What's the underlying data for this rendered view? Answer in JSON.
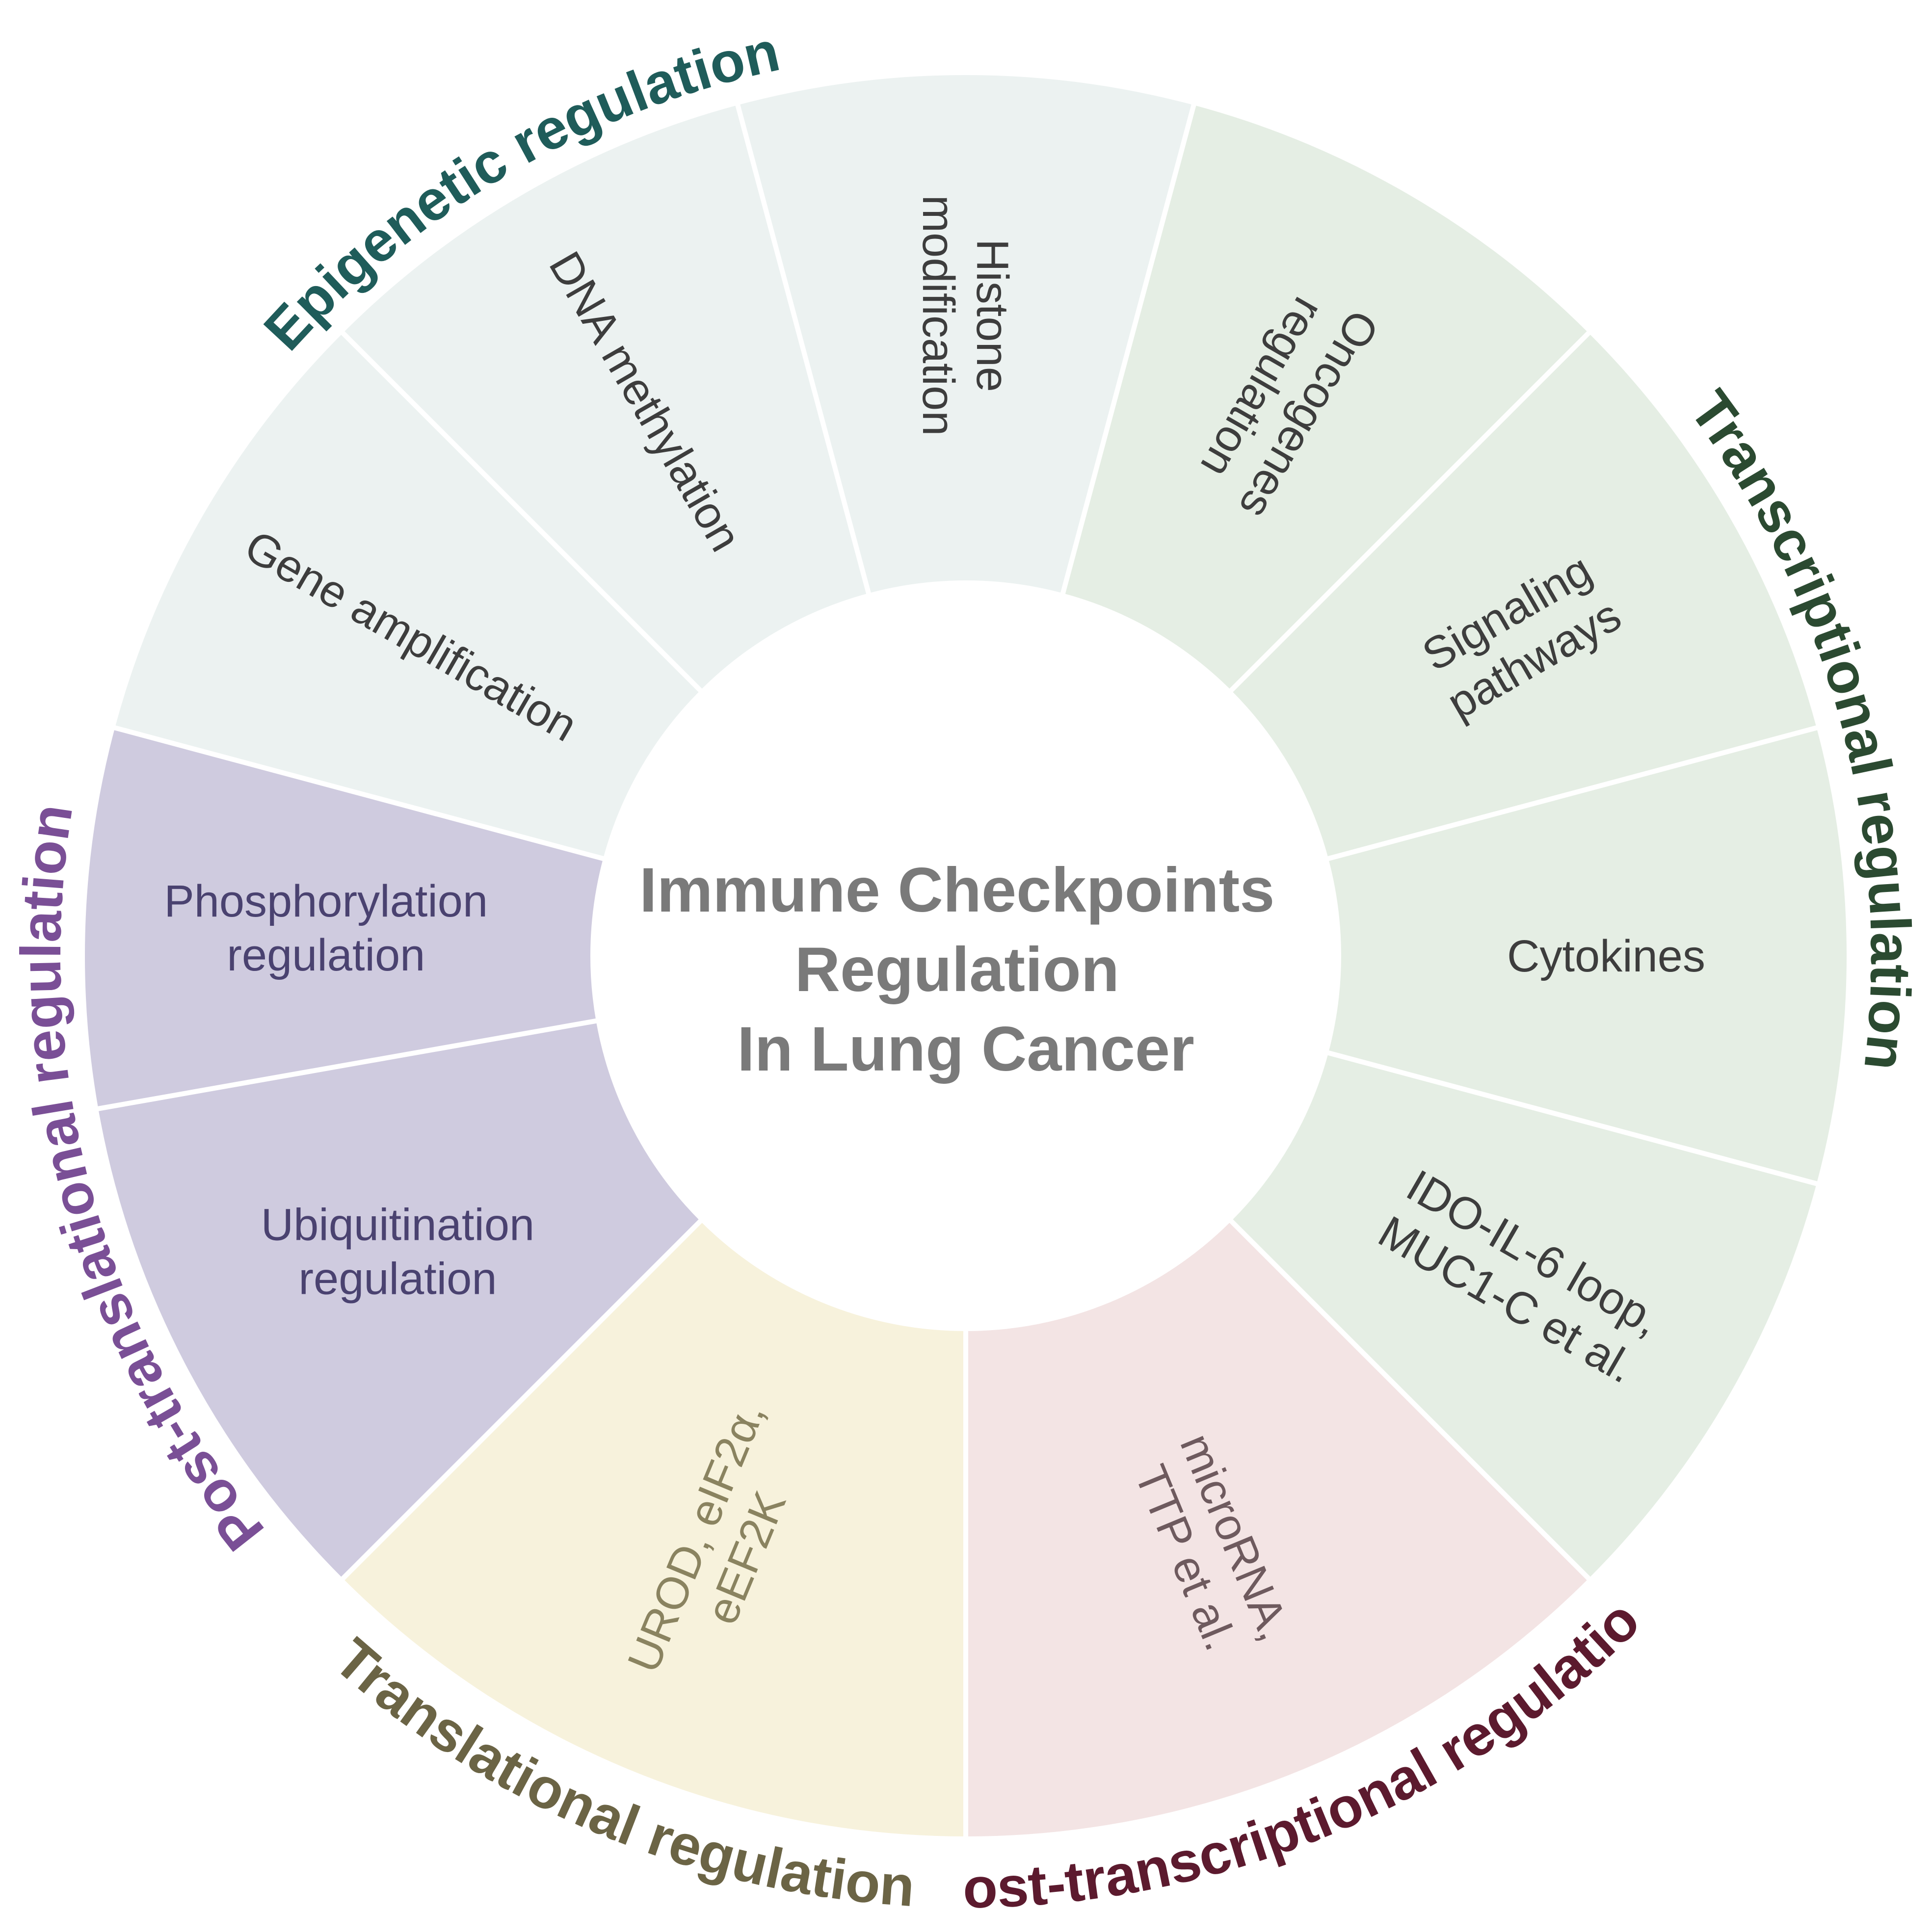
{
  "center_title": [
    "Immune Checkpoints",
    "Regulation",
    "In Lung Cancer"
  ],
  "colors": {
    "epigenetic_fill": "#ecf2f1",
    "epigenetic_text": "#1f5c5a",
    "transcriptional_fill": "#e5eee4",
    "transcriptional_text": "#2b4a31",
    "post_transcriptional_fill": "#f3e4e4",
    "post_transcriptional_text": "#5c1a2e",
    "translational_fill": "#f7f2dc",
    "translational_text": "#6b6445",
    "post_translational_fill": "#cfcbdf",
    "post_translational_text": "#7a4f96",
    "segment_text": "#3d3d3d"
  },
  "categories": [
    {
      "key": "epigenetic",
      "label": "Epigenetic regulation",
      "segments": [
        {
          "label": [
            "Gene amplification"
          ]
        },
        {
          "label": [
            "DNA methylation"
          ]
        },
        {
          "label": [
            "Histone",
            "modification"
          ]
        }
      ]
    },
    {
      "key": "transcriptional",
      "label": "Transcriptional regulation",
      "segments": [
        {
          "label": [
            "Oncogenes",
            "regulation"
          ]
        },
        {
          "label": [
            "Signaling",
            "pathways"
          ]
        },
        {
          "label": [
            "Cytokines"
          ]
        },
        {
          "label": [
            "IDO-IL-6 loop,",
            "MUC1-C et al."
          ]
        }
      ]
    },
    {
      "key": "post_transcriptional",
      "label": "Post-transcriptional regulation",
      "segments": [
        {
          "label": [
            "microRNA,",
            "TTP et al."
          ]
        }
      ]
    },
    {
      "key": "translational",
      "label": "Translational regulation",
      "segments": [
        {
          "label": [
            "UROD, eIF2α,",
            "eEF2K"
          ]
        }
      ]
    },
    {
      "key": "post_translational",
      "label": "Post-translational regulation",
      "segments": [
        {
          "label": [
            "Ubiquitination",
            "regulation"
          ]
        },
        {
          "label": [
            "Phosphorylation",
            "regulation"
          ]
        }
      ]
    }
  ]
}
